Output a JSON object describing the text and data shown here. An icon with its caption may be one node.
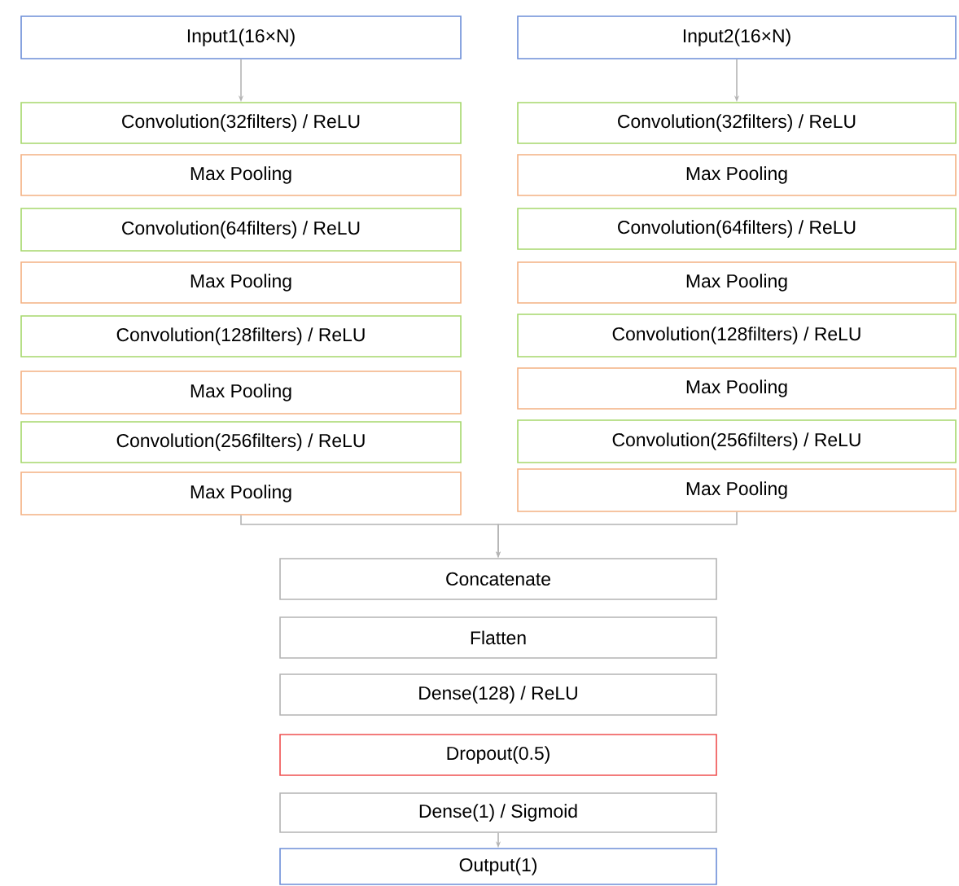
{
  "diagram": {
    "nodes": [
      {
        "text": [
          "Input1(16×N)"
        ]
      },
      {
        "text": [
          "Convolution(32filters) / ReLU"
        ]
      },
      {
        "text": [
          "Max Pooling"
        ]
      },
      {
        "text": [
          "Convolution(64filters) / ReLU"
        ]
      },
      {
        "text": [
          "Max Pooling"
        ]
      },
      {
        "text": [
          "Convolution(128filters) / ReLU"
        ]
      },
      {
        "text": [
          "Max Pooling"
        ]
      },
      {
        "text": [
          "Convolution(256filters) / ReLU"
        ]
      },
      {
        "text": [
          "Max Pooling"
        ]
      },
      {
        "text": [
          "Input2(16×N)"
        ]
      },
      {
        "text": [
          "Convolution(32filters) / ReLU"
        ]
      },
      {
        "text": [
          "Max Pooling"
        ]
      },
      {
        "text": [
          "Convolution(64filters) / ReLU"
        ]
      },
      {
        "text": [
          "Max Pooling"
        ]
      },
      {
        "text": [
          "Convolution(128filters) / ReLU"
        ]
      },
      {
        "text": [
          "Max Pooling"
        ]
      },
      {
        "text": [
          "Convolution(256filters) / ReLU"
        ]
      },
      {
        "text": [
          "Max Pooling"
        ]
      },
      {
        "text": [
          "Concatenate"
        ]
      },
      {
        "text": [
          "Flatten"
        ]
      },
      {
        "text": [
          "Dense(128) / ReLU"
        ]
      },
      {
        "text": [
          "Dropout(0.5)"
        ]
      },
      {
        "text": [
          "Dense(1) / Sigmoid"
        ]
      },
      {
        "text": [
          "Output(1)"
        ]
      }
    ],
    "edges": [
      {
        "from": 0,
        "to": 1,
        "arrow": "to"
      },
      {
        "from": 9,
        "to": 10,
        "arrow": "to"
      },
      {
        "from": 8,
        "to": 18,
        "arrow": "to"
      },
      {
        "from": 17,
        "to": 18,
        "arrow": "to"
      },
      {
        "from": 22,
        "to": 23,
        "arrow": "to"
      }
    ]
  }
}
